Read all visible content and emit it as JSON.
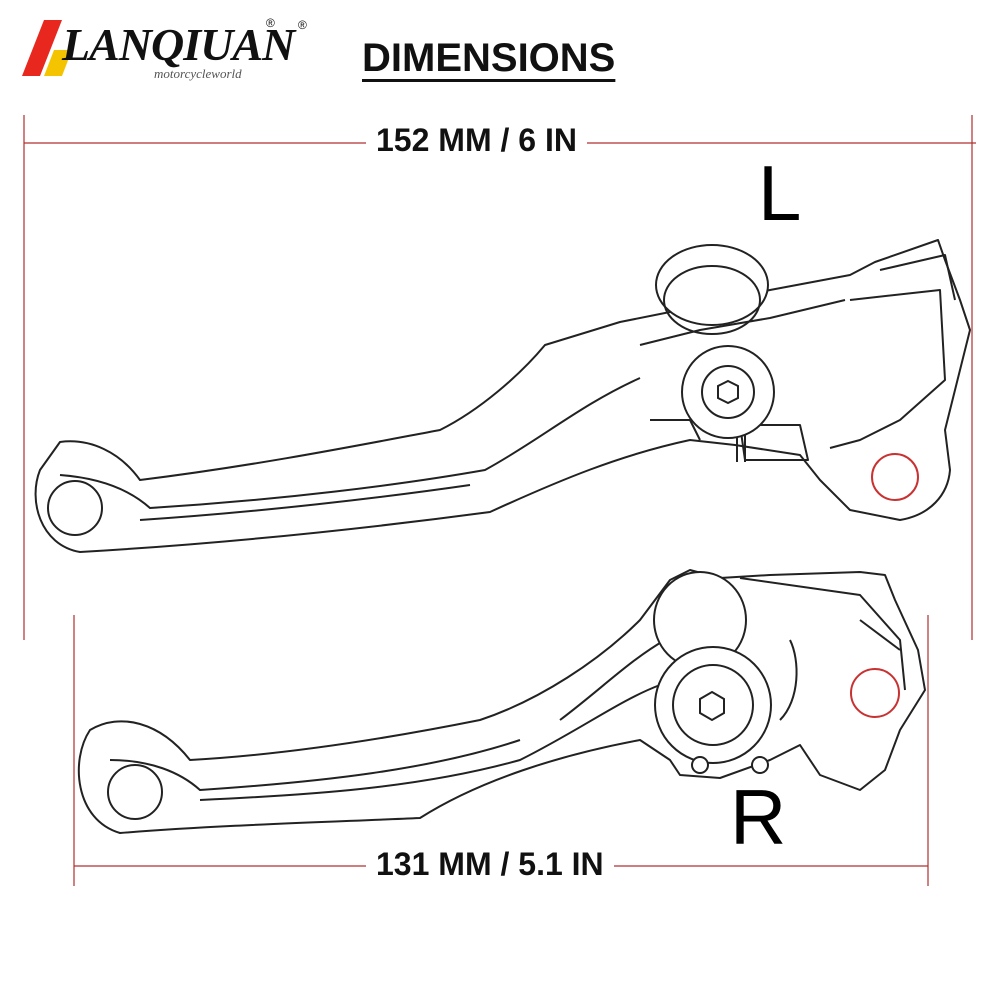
{
  "brand": {
    "name": "LANQIUAN",
    "tagline": "motorcycleworld",
    "registered_mark": "®",
    "colors": {
      "red": "#e8281e",
      "yellow": "#f5c400"
    }
  },
  "title": "DIMENSIONS",
  "dimensions": {
    "left_lever": "152 MM / 6 IN",
    "right_lever": "131 MM / 5.1 IN"
  },
  "labels": {
    "left": "L",
    "right": "R"
  },
  "colors": {
    "line": "#222222",
    "dimension_line": "#b03030",
    "hole_accent": "#c83232"
  }
}
